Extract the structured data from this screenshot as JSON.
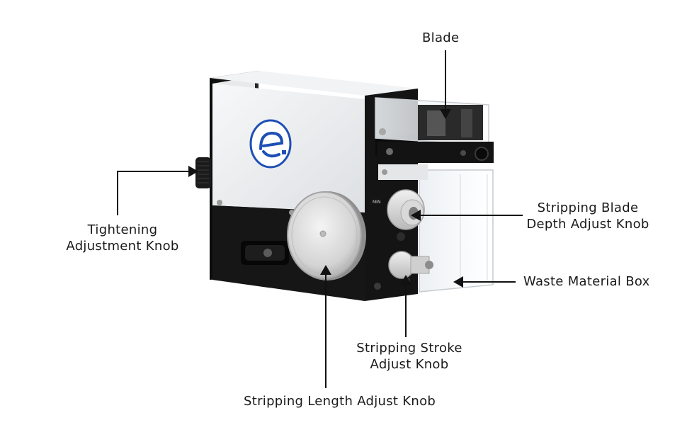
{
  "diagram": {
    "labels": {
      "blade": "Blade",
      "tightening_line1": "Tightening",
      "tightening_line2": "Adjustment Knob",
      "depth_line1": "Stripping Blade",
      "depth_line2": "Depth Adjust Knob",
      "waste_box": "Waste Material Box",
      "stroke_line1": "Stripping Stroke",
      "stroke_line2": "Adjust Knob",
      "length_knob": "Stripping Length Adjust Knob"
    },
    "panel_markings": {
      "min": "MIN"
    },
    "colors": {
      "text": "#1a1a1a",
      "leader": "#111111",
      "housing_white": "#eef0f2",
      "housing_black": "#151515",
      "logo_blue": "#1e4fb5"
    },
    "icons": [
      "machine-logo-icon",
      "arrow-head-icon"
    ]
  }
}
